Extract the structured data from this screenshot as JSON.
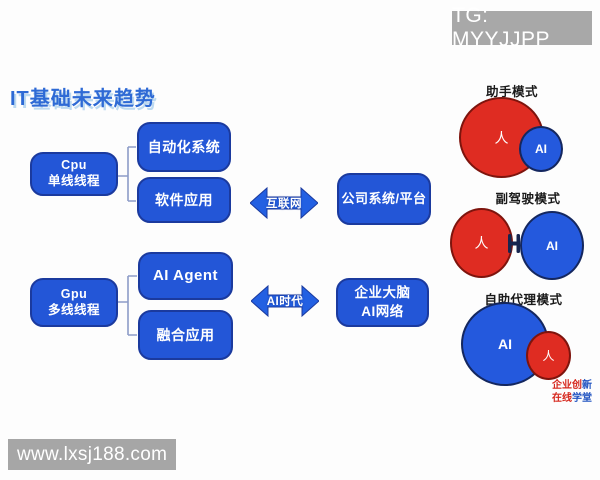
{
  "header": {
    "tg_badge": "TG: MYYJJPP"
  },
  "title": "IT基础未来趋势",
  "watermark": "www.lxsj188.com",
  "flow": {
    "groups": [
      {
        "hub_line1": "Cpu",
        "hub_line2": "单线线程",
        "leaf1": "自动化系统",
        "leaf2": "软件应用",
        "arrow_label": "互联网",
        "target_line1": "公司系统/平台",
        "target_line2": ""
      },
      {
        "hub_line1": "Gpu",
        "hub_line2": "多线线程",
        "leaf1": "AI Agent",
        "leaf2": "融合应用",
        "arrow_label": "AI时代",
        "target_line1": "企业大脑",
        "target_line2": "AI网络"
      }
    ]
  },
  "modes": [
    {
      "label": "助手模式",
      "big_text": "人",
      "small_text": "AI"
    },
    {
      "label": "副驾驶模式",
      "left_text": "人",
      "right_text": "AI"
    },
    {
      "label": "自助代理模式",
      "big_text": "AI",
      "small_text": "人"
    }
  ],
  "logo": {
    "line1_red": "企业创",
    "line1_blue": "新",
    "line2_red": "在线",
    "line2_blue": "学堂"
  },
  "colors": {
    "box_blue": "#2356d7",
    "arrow_blue": "#2360e2",
    "circle_red": "#df2c22",
    "circle_blue": "#2459dd",
    "title_blue": "#2e6ad5",
    "badge_gray": "#a8a8a8"
  }
}
